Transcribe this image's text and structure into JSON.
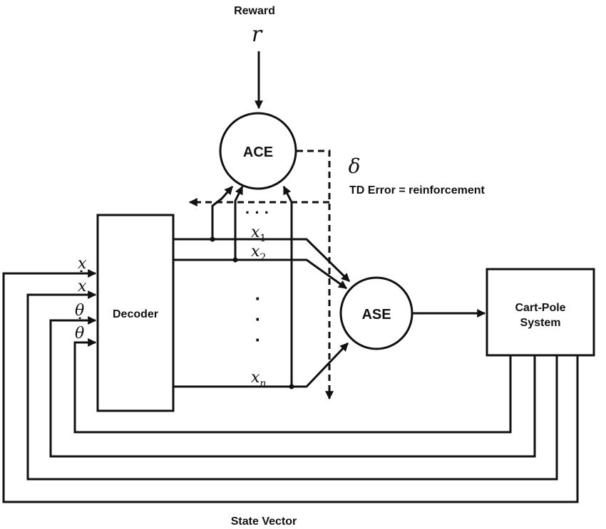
{
  "reward": {
    "label": "Reward",
    "symbol": "r"
  },
  "ace": {
    "label": "ACE"
  },
  "ase": {
    "label": "ASE"
  },
  "td": {
    "symbol": "δ",
    "label": "TD Error = reinforcement"
  },
  "decoder": {
    "label": "Decoder"
  },
  "plant": {
    "line1": "Cart-Pole",
    "line2": "System"
  },
  "state_vector": {
    "label": "State Vector"
  },
  "inputs": [
    {
      "base": "x",
      "accent": ""
    },
    {
      "base": "x",
      "accent": "˙"
    },
    {
      "base": "θ",
      "accent": ""
    },
    {
      "base": "θ",
      "accent": "˙"
    }
  ],
  "features": {
    "x1": {
      "base": "x",
      "sub": "1"
    },
    "x2": {
      "base": "x",
      "sub": "2"
    },
    "xn": {
      "base": "x",
      "sub": "n"
    },
    "dots_h": "· · ·",
    "dots_v": "·"
  }
}
